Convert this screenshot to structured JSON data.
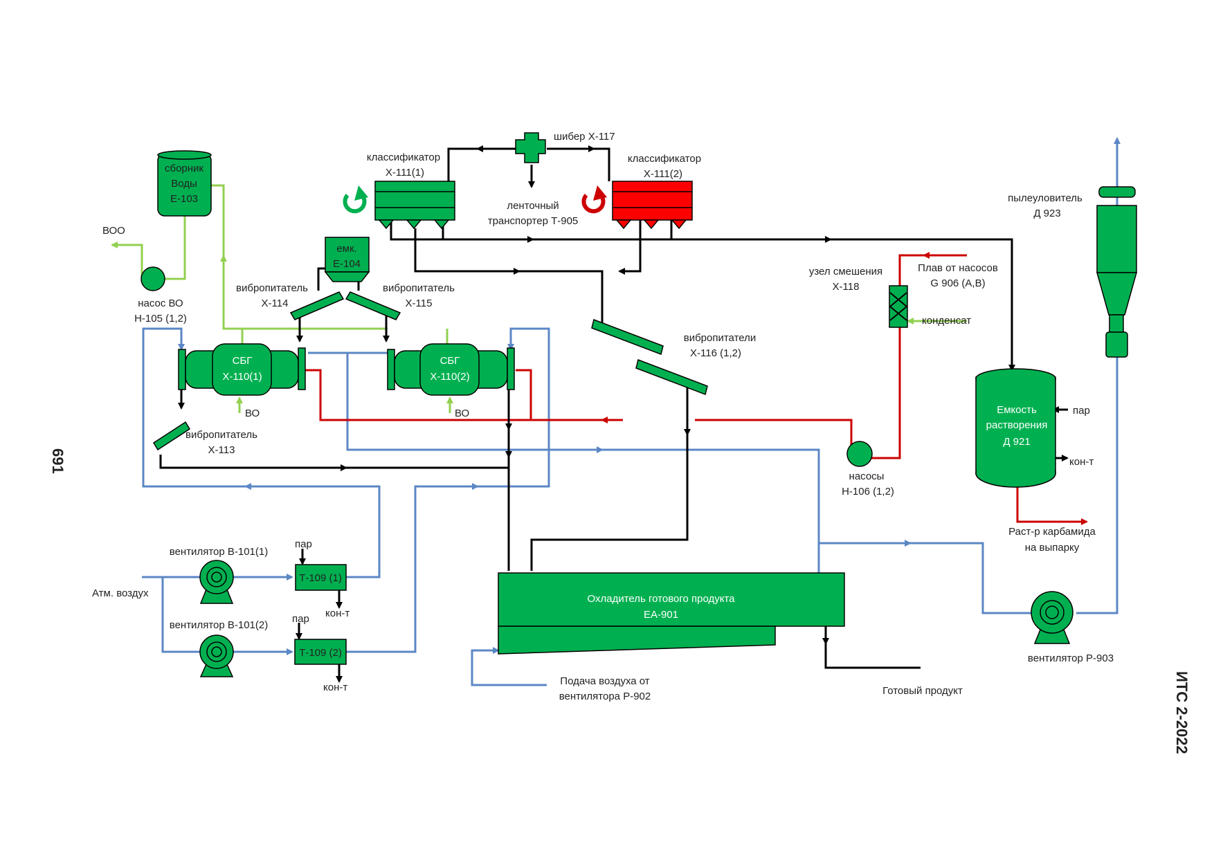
{
  "page": {
    "page_number": "691",
    "document_code": "ИТС 2-2022"
  },
  "colors": {
    "equipment": "#00b050",
    "hot_equipment": "#ff0000",
    "air_line": "#5b87c5",
    "melt_line": "#cc0000",
    "water_line": "#92d050",
    "product_line": "#000000"
  },
  "labels": {
    "collector_e103": [
      "сборник",
      "Воды",
      "Е-103"
    ],
    "voo": "ВОО",
    "pump_vo": [
      "насос ВО",
      "Н-105 (1,2)"
    ],
    "classifier_1": [
      "классификатор",
      "Х-111(1)"
    ],
    "classifier_2": [
      "классификатор",
      "Х-111(2)"
    ],
    "gate_x117": "шибер Х-117",
    "conveyor": [
      "ленточный",
      "транспортер Т-905"
    ],
    "tank_e104": [
      "емк.",
      "Е-104"
    ],
    "feeder_x114": [
      "вибропитатель",
      "Х-114"
    ],
    "feeder_x115": [
      "вибропитатель",
      "Х-115"
    ],
    "feeder_x116": [
      "вибропитатели",
      "Х-116 (1,2)"
    ],
    "feeder_x113": [
      "вибропитатель",
      "Х-113"
    ],
    "sbg_1": [
      "СБГ",
      "Х-110(1)"
    ],
    "sbg_2": [
      "СБГ",
      "Х-110(2)"
    ],
    "vo_1": "ВО",
    "vo_2": "ВО",
    "mixing_node": [
      "узел смешения",
      "Х-118"
    ],
    "melt_from_pumps": [
      "Плав от насосов",
      "G 906 (A,B)"
    ],
    "condensate": "конденсат",
    "dust_collector": [
      "пылеуловитель",
      "Д 923"
    ],
    "dissolution_tank": [
      "Емкость",
      "растворения",
      "Д 921"
    ],
    "steam_d921": "пар",
    "cond_d921": "кон-т",
    "pumps_h106": [
      "насосы",
      "Н-106 (1,2)"
    ],
    "urea_solution": [
      "Раст-р карбамида",
      "на выпарку"
    ],
    "fan_b101_1": "вентилятор В-101(1)",
    "fan_b101_2": "вентилятор В-101(2)",
    "atm_air": "Атм. воздух",
    "steam_1": "пар",
    "steam_2": "пар",
    "heater_1": "Т-109 (1)",
    "heater_2": "Т-109 (2)",
    "cond_1": "кон-т",
    "cond_2": "кон-т",
    "cooler": [
      "Охладитель готового продукта",
      "ЕА-901"
    ],
    "air_from_fan": [
      "Подача воздуха от",
      "вентилятора Р-902"
    ],
    "finished_product": "Готовый продукт",
    "fan_p903": "вентилятор Р-903"
  }
}
